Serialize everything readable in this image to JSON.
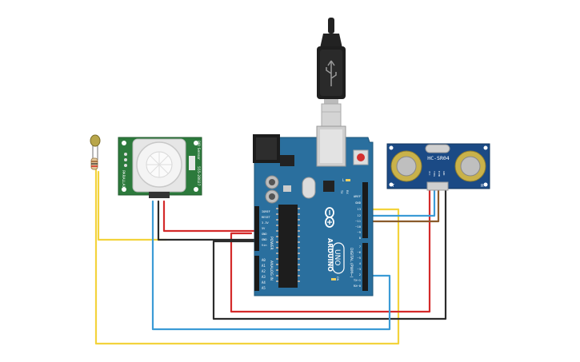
{
  "pir": {
    "side_label_1": "PIR Sensor",
    "side_label_2": "555-28027",
    "side_label_3": "PARALLAX"
  },
  "arduino": {
    "brand": "ARDUINO",
    "model": "UNO",
    "power_label": "POWER",
    "analog_label": "ANALOG IN",
    "digital_label": "DIGITAL (PWM~)",
    "on_label": "ON",
    "led_l": "L",
    "led_tx": "TX",
    "led_rx": "RX",
    "power_pins": [
      "IOREF",
      "RESET",
      "3.3V",
      "5V",
      "GND",
      "GND",
      "Vin"
    ],
    "analog_pins": [
      "A0",
      "A1",
      "A2",
      "A3",
      "A4",
      "A5"
    ],
    "digital_top": [
      "AREF",
      "GND",
      "13",
      "12",
      "~11",
      "~10",
      "~9",
      "8"
    ],
    "digital_bottom": [
      "7",
      "~6",
      "~5",
      "4",
      "~3",
      "2",
      "TX→1",
      "RX←0"
    ]
  },
  "sonar": {
    "model": "HC-SR04",
    "label_t": "T",
    "label_r": "R",
    "pins": [
      "VCC",
      "TRIG",
      "ECHO",
      "GND"
    ]
  },
  "colors": {
    "wire_yellow": "#f3d33c",
    "wire_red": "#d42a2a",
    "wire_black": "#2b2b2b",
    "wire_blue": "#3b9bd6",
    "wire_brown": "#8a5a2b",
    "arduino_blue": "#2a6f9e",
    "pir_green": "#2c7a3c",
    "sonar_blue": "#1b4a85"
  }
}
